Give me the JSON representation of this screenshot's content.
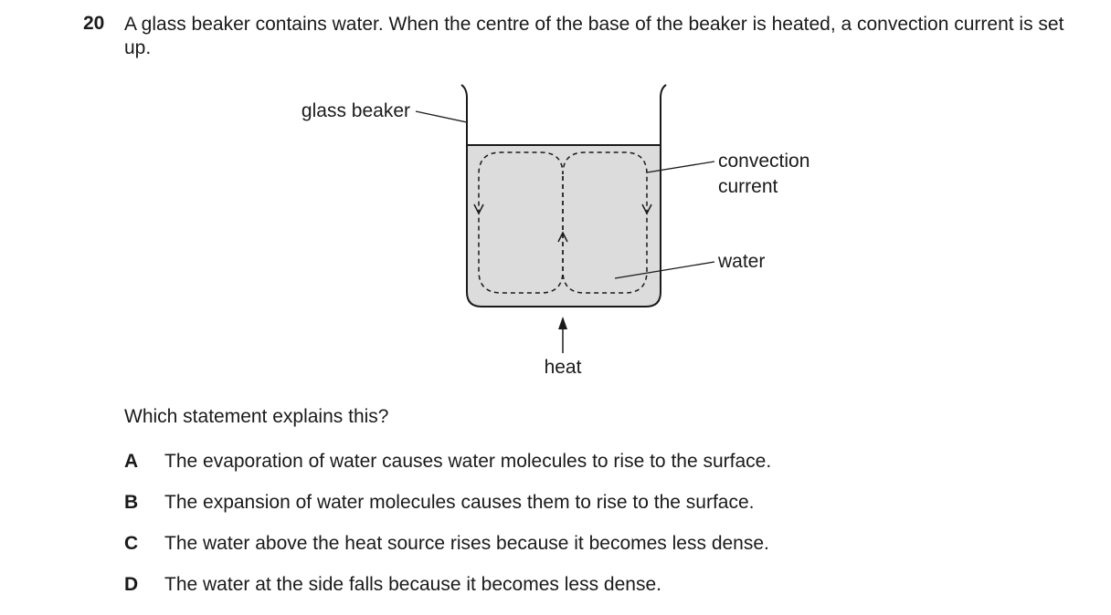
{
  "question": {
    "number": "20",
    "stem": "A glass beaker contains water. When the centre of the base of the beaker is heated, a convection current is set up."
  },
  "diagram": {
    "labels": {
      "glass_beaker": "glass beaker",
      "convection_line1": "convection",
      "convection_line2": "current",
      "water": "water",
      "heat": "heat"
    },
    "water_color": "#dcdcdc"
  },
  "prompt": "Which statement explains this?",
  "options": [
    {
      "letter": "A",
      "text": "The evaporation of water causes water molecules to rise to the surface."
    },
    {
      "letter": "B",
      "text": "The expansion of water molecules causes them to rise to the surface."
    },
    {
      "letter": "C",
      "text": "The water above the heat source rises because it becomes less dense."
    },
    {
      "letter": "D",
      "text": "The water at the side falls because it becomes less dense."
    }
  ]
}
